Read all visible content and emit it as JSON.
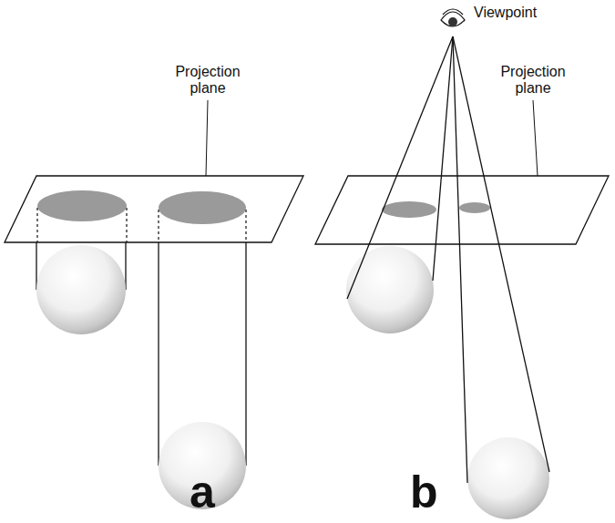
{
  "diagram": {
    "labels": [
      "Viewpoint",
      "Projection plane",
      "Projection plane",
      "a",
      "b"
    ]
  }
}
